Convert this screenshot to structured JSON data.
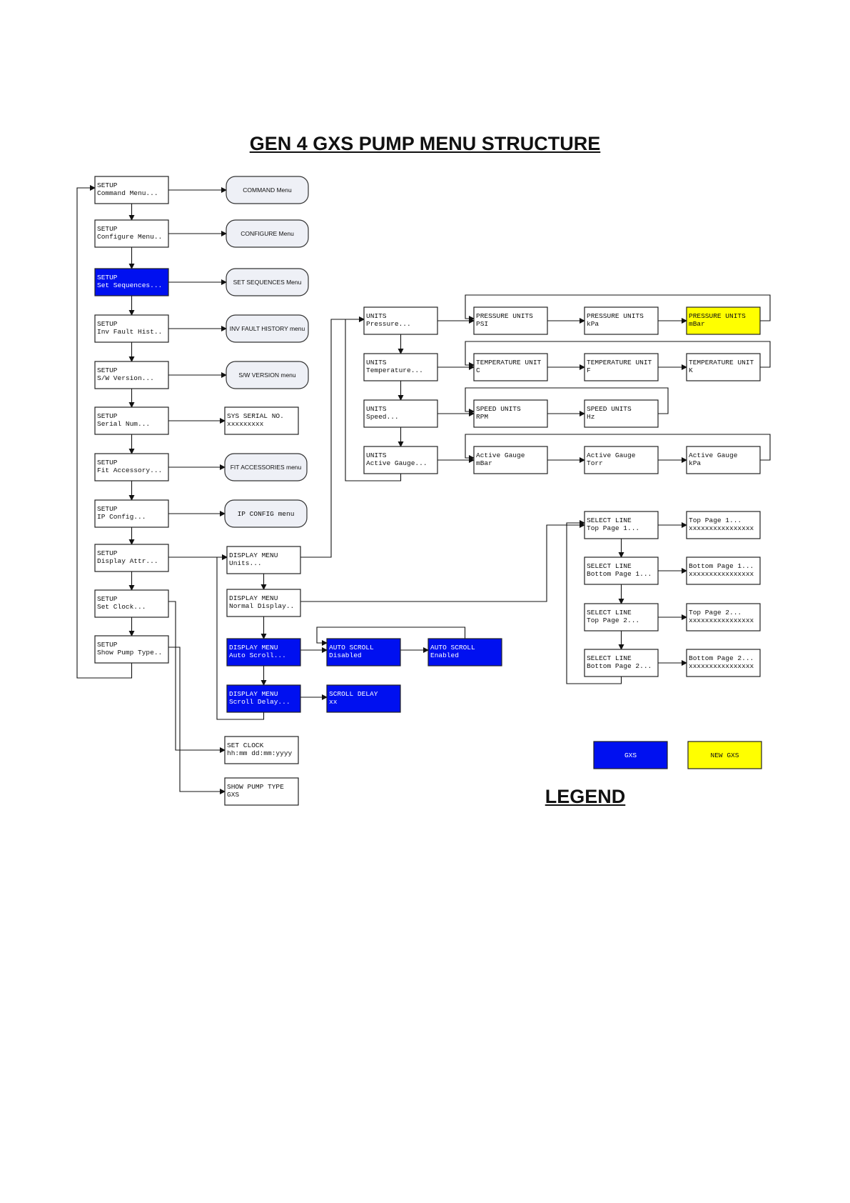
{
  "title": "GEN 4 GXS PUMP MENU STRUCTURE",
  "legend": {
    "title": "LEGEND",
    "items": [
      {
        "label": "GXS",
        "color": "#0010f0"
      },
      {
        "label": "NEW GXS",
        "color": "#ffff00"
      }
    ]
  },
  "setup_menu": [
    {
      "id": "s1",
      "lines": [
        "SETUP",
        "Command Menu..."
      ],
      "style": "white"
    },
    {
      "id": "s2",
      "lines": [
        "SETUP",
        "Configure Menu.."
      ],
      "style": "white"
    },
    {
      "id": "s3",
      "lines": [
        "SETUP",
        "Set Sequences..."
      ],
      "style": "blue"
    },
    {
      "id": "s4",
      "lines": [
        "SETUP",
        "Inv Fault Hist.."
      ],
      "style": "white"
    },
    {
      "id": "s5",
      "lines": [
        "SETUP",
        "S/W Version..."
      ],
      "style": "white"
    },
    {
      "id": "s6",
      "lines": [
        "SETUP",
        "Serial Num..."
      ],
      "style": "white"
    },
    {
      "id": "s7",
      "lines": [
        "SETUP",
        "Fit Accessory..."
      ],
      "style": "white"
    },
    {
      "id": "s8",
      "lines": [
        "SETUP",
        "IP Config..."
      ],
      "style": "white"
    },
    {
      "id": "s9",
      "lines": [
        "SETUP",
        "Display Attr..."
      ],
      "style": "white"
    },
    {
      "id": "s10",
      "lines": [
        "SETUP",
        "Set Clock..."
      ],
      "style": "white"
    },
    {
      "id": "s11",
      "lines": [
        "SETUP",
        "Show Pump Type.."
      ],
      "style": "white"
    }
  ],
  "submenus": [
    {
      "id": "p1",
      "shape": "pill",
      "label": "COMMAND Menu"
    },
    {
      "id": "p2",
      "shape": "pill",
      "label": "CONFIGURE Menu"
    },
    {
      "id": "p3",
      "shape": "pill",
      "label": "SET SEQUENCES Menu"
    },
    {
      "id": "p4",
      "shape": "pill",
      "label": "INV FAULT HISTORY menu"
    },
    {
      "id": "p5",
      "shape": "pill",
      "label": "S/W VERSION menu"
    },
    {
      "id": "p6",
      "shape": "box",
      "lines": [
        "SYS SERIAL NO.",
        "xxxxxxxxx"
      ]
    },
    {
      "id": "p7",
      "shape": "pill",
      "label": "FIT ACCESSORIES menu"
    },
    {
      "id": "p8",
      "shape": "pill",
      "label": "IP CONFIG menu",
      "mono": true
    },
    {
      "id": "clk",
      "shape": "box",
      "lines": [
        "SET CLOCK",
        "hh:mm dd:mm:yyyy"
      ]
    },
    {
      "id": "pt",
      "shape": "box",
      "lines": [
        "SHOW PUMP TYPE",
        "GXS"
      ]
    }
  ],
  "display_menu": [
    {
      "id": "d1",
      "lines": [
        "DISPLAY MENU",
        "Units..."
      ],
      "style": "white"
    },
    {
      "id": "d2",
      "lines": [
        "DISPLAY MENU",
        "Normal Display.."
      ],
      "style": "white"
    },
    {
      "id": "d3",
      "lines": [
        "DISPLAY MENU",
        "Auto Scroll..."
      ],
      "style": "blue"
    },
    {
      "id": "d4",
      "lines": [
        "DISPLAY MENU",
        "Scroll Delay..."
      ],
      "style": "blue"
    }
  ],
  "auto_scroll": [
    {
      "id": "a1",
      "lines": [
        "AUTO SCROLL",
        "Disabled"
      ],
      "style": "blue"
    },
    {
      "id": "a2",
      "lines": [
        "AUTO SCROLL",
        "Enabled"
      ],
      "style": "blue"
    }
  ],
  "scroll_delay": {
    "id": "sd",
    "lines": [
      "SCROLL DELAY",
      "xx"
    ],
    "style": "blue"
  },
  "units_menu": [
    {
      "id": "u1",
      "lines": [
        "UNITS",
        "Pressure..."
      ]
    },
    {
      "id": "u2",
      "lines": [
        "UNITS",
        "Temperature..."
      ]
    },
    {
      "id": "u3",
      "lines": [
        "UNITS",
        "Speed..."
      ]
    },
    {
      "id": "u4",
      "lines": [
        "UNITS",
        "Active Gauge..."
      ]
    }
  ],
  "unit_options": [
    [
      {
        "id": "o11",
        "lines": [
          "PRESSURE UNITS",
          "PSI"
        ],
        "style": "white"
      },
      {
        "id": "o12",
        "lines": [
          "PRESSURE UNITS",
          "kPa"
        ],
        "style": "white"
      },
      {
        "id": "o13",
        "lines": [
          "PRESSURE UNITS",
          "mBar"
        ],
        "style": "yellow"
      }
    ],
    [
      {
        "id": "o21",
        "lines": [
          "TEMPERATURE UNIT",
          "C"
        ],
        "style": "white"
      },
      {
        "id": "o22",
        "lines": [
          "TEMPERATURE UNIT",
          "F"
        ],
        "style": "white"
      },
      {
        "id": "o23",
        "lines": [
          "TEMPERATURE UNIT",
          "K"
        ],
        "style": "white"
      }
    ],
    [
      {
        "id": "o31",
        "lines": [
          "SPEED UNITS",
          "RPM"
        ],
        "style": "white"
      },
      {
        "id": "o32",
        "lines": [
          "SPEED UNITS",
          "Hz"
        ],
        "style": "white"
      }
    ],
    [
      {
        "id": "o41",
        "lines": [
          "Active Gauge",
          "mBar"
        ],
        "style": "white"
      },
      {
        "id": "o42",
        "lines": [
          "Active Gauge",
          "Torr"
        ],
        "style": "white"
      },
      {
        "id": "o43",
        "lines": [
          "Active Gauge",
          "kPa"
        ],
        "style": "white"
      }
    ]
  ],
  "select_line": [
    {
      "id": "l1",
      "lines": [
        "SELECT LINE",
        "Top Page 1..."
      ]
    },
    {
      "id": "l2",
      "lines": [
        "SELECT LINE",
        "Bottom Page 1..."
      ]
    },
    {
      "id": "l3",
      "lines": [
        "SELECT LINE",
        "Top Page 2..."
      ]
    },
    {
      "id": "l4",
      "lines": [
        "SELECT LINE",
        "Bottom Page 2..."
      ]
    }
  ],
  "page_lines": [
    {
      "id": "g1",
      "lines": [
        "Top Page 1...",
        "xxxxxxxxxxxxxxxx"
      ]
    },
    {
      "id": "g2",
      "lines": [
        "Bottom Page 1...",
        "xxxxxxxxxxxxxxxx"
      ]
    },
    {
      "id": "g3",
      "lines": [
        "Top Page 2...",
        "xxxxxxxxxxxxxxxx"
      ]
    },
    {
      "id": "g4",
      "lines": [
        "Bottom Page 2...",
        "xxxxxxxxxxxxxxxx"
      ]
    }
  ]
}
